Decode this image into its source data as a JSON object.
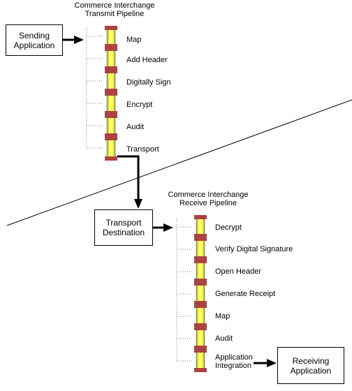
{
  "transmit": {
    "title_line1": "Commerce Interchange",
    "title_line2": "Transmit Pipeline",
    "steps": [
      "Map",
      "Add Header",
      "Digitally Sign",
      "Encrypt",
      "Audit",
      "Transport"
    ]
  },
  "receive": {
    "title_line1": "Commerce Interchange",
    "title_line2": "Receive Pipeline",
    "steps": [
      "Decrypt",
      "Verify Digital Signature",
      "Open Header",
      "Generate Receipt",
      "Map",
      "Audit"
    ],
    "last_step_line1": "Application",
    "last_step_line2": "Integration"
  },
  "nodes": {
    "sending_line1": "Sending",
    "sending_line2": "Application",
    "transport_line1": "Transport",
    "transport_line2": "Destination",
    "receiving_line1": "Receiving",
    "receiving_line2": "Application"
  },
  "colors": {
    "pipe_yellow": "#ffff66",
    "pipe_olive": "#999933",
    "joint_red": "#993333",
    "joint_light": "#cc6666"
  }
}
